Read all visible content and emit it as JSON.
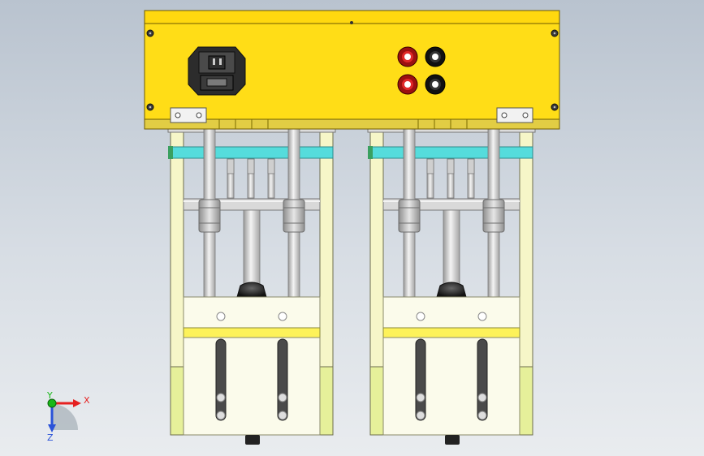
{
  "viewport": {
    "background": "#cdd5de",
    "part_color": "#ffd80f",
    "rail_color": "#f6f6c8",
    "highlight_color": "#55dcdc"
  },
  "triad": {
    "x_label": "X",
    "y_label": "Y",
    "z_label": "Z",
    "x_color": "#e52020",
    "y_color": "#18b818",
    "z_color": "#2a52d8"
  },
  "components": {
    "housing": "yellow-housing",
    "power_inlet": "power-inlet",
    "terminals": [
      "red-terminal",
      "black-terminal",
      "red-terminal",
      "black-terminal"
    ],
    "modules": [
      "left-module",
      "right-module"
    ]
  }
}
